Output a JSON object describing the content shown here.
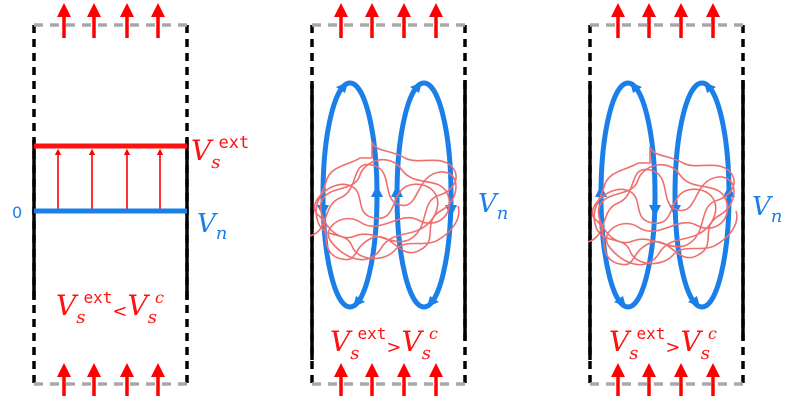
{
  "colors": {
    "wall": "#000000",
    "boundary": "#a8a8a8",
    "flow_arrow": "#ff0000",
    "vs_line": "#ff1111",
    "vn_line": "#1a7fe8",
    "tangle": "#ef6f6f",
    "text_red": "#ff1111",
    "text_blue": "#1a7fe8"
  },
  "icons": {
    "flow_arrow": "up-arrow-icon",
    "vortex_ring": "ellipse-loop",
    "vortex_tangle": "scribble"
  },
  "panel1": {
    "zero_label": "0",
    "vs_label": {
      "main": "V",
      "sub": "s",
      "sup": "ext"
    },
    "vn_label": {
      "main": "V",
      "sub": "n"
    },
    "condition": {
      "lhs": {
        "main": "V",
        "sub": "s",
        "sup": "ext"
      },
      "op": "<",
      "rhs": {
        "main": "V",
        "sub": "s",
        "sup": "c"
      }
    }
  },
  "panel2": {
    "vn_label": {
      "main": "V",
      "sub": "n"
    },
    "condition": {
      "lhs": {
        "main": "V",
        "sub": "s",
        "sup": "ext"
      },
      "op": ">",
      "rhs": {
        "main": "V",
        "sub": "s",
        "sup": "c"
      }
    }
  },
  "panel3": {
    "vn_label": {
      "main": "V",
      "sub": "n"
    },
    "condition": {
      "lhs": {
        "main": "V",
        "sub": "s",
        "sup": "ext"
      },
      "op": ">",
      "rhs": {
        "main": "V",
        "sub": "s",
        "sup": "c"
      }
    }
  }
}
